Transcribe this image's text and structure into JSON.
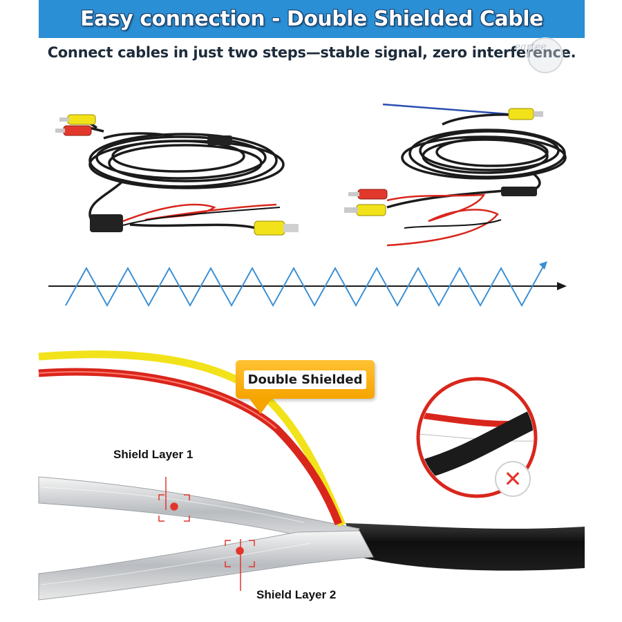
{
  "header": {
    "title": "Easy connection - Double Shielded Cable",
    "subtitle": "Connect cables in just two steps—stable signal, zero interference."
  },
  "watermark": {
    "text": "eartee"
  },
  "diagram": {
    "badge_label": "Double Shielded",
    "shield_layer_1": "Shield Layer 1",
    "shield_layer_2": "Shield Layer 2",
    "bad_example_mark": "✕"
  },
  "colors": {
    "banner": "#2b8fd6",
    "signal_wave": "#3b8fd4",
    "badge": "#f6a400",
    "cable_red": "#d9261c",
    "cable_yellow": "#f2e21a",
    "cable_black": "#1b1b1b"
  }
}
